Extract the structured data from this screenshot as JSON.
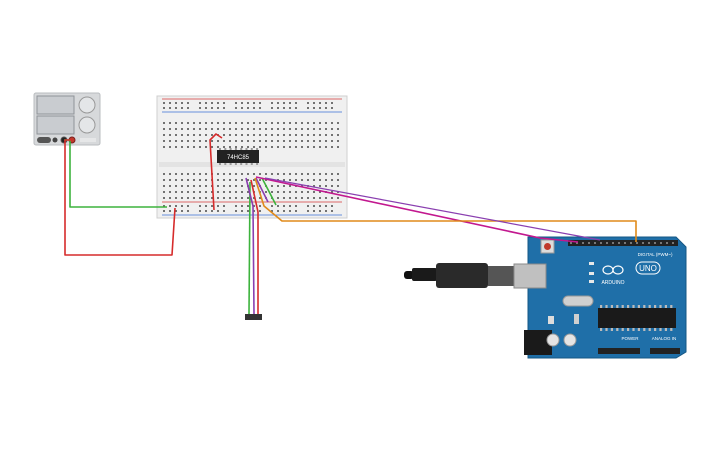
{
  "scene": "circuit-workspace",
  "power_supply": {
    "display_top": "",
    "display_bottom": "",
    "colors": {
      "body": "#d7d9db",
      "display": "#c9ccd0",
      "knob": "#e4e6e8"
    }
  },
  "breadboard": {
    "colors": {
      "body": "#f0f0f0",
      "hole": "#555555",
      "rail_red": "#d43a3a",
      "rail_blue": "#3a6fd4"
    }
  },
  "chip": {
    "label": "74HC85",
    "color": "#222222"
  },
  "arduino": {
    "brand": "ARDUINO",
    "model": "UNO",
    "digital_label": "DIGITAL (PWM~)",
    "power_label": "POWER",
    "analog_label": "ANALOG IN",
    "colors": {
      "board": "#1f6fa8",
      "header": "#222222",
      "usb": "#c0c0c0",
      "reset": "#c0392b"
    }
  },
  "wires": {
    "colors": {
      "green": "#3db33d",
      "red": "#d62b2b",
      "purple": "#8a3fb0",
      "magenta": "#c2188f",
      "orange": "#e08a1a"
    }
  }
}
